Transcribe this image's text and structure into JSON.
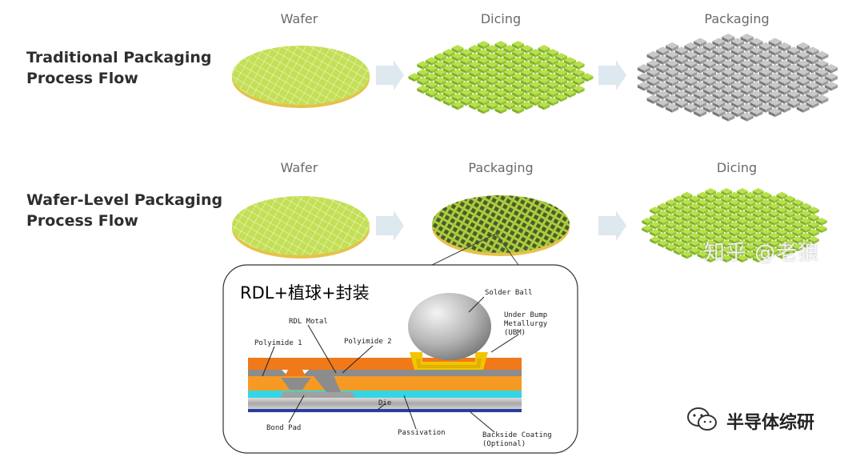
{
  "traditional": {
    "title_line1": "Traditional Packaging",
    "title_line2": "Process Flow",
    "stages": [
      "Wafer",
      "Dicing",
      "Packaging"
    ]
  },
  "wafer_level": {
    "title_line1": "Wafer-Level Packaging",
    "title_line2": "Process Flow",
    "stages": [
      "Wafer",
      "Packaging",
      "Dicing"
    ]
  },
  "inset": {
    "title": "RDL+植球+封装",
    "labels": {
      "solder_ball": "Solder Ball",
      "ubm_line1": "Under Bump",
      "ubm_line2": "Metallurgy",
      "ubm_line3": "(UBM)",
      "rdl_metal": "RDL Motal",
      "polyimide1": "Polyimide 1",
      "polyimide2": "Polyimide 2",
      "die": "Die",
      "bond_pad": "Bond Pad",
      "passivation": "Passivation",
      "backside_line1": "Backside Coating",
      "backside_line2": "(Optional)"
    }
  },
  "watermark": "知乎 @老狼",
  "brand": "半导体综研",
  "colors": {
    "wafer_green": "#b9d84a",
    "wafer_edge": "#e7c64a",
    "die_green": "#9acb3c",
    "pkg_gray": "#a6a6a6",
    "arrow": "#dce8f0",
    "polyimide": "#f07a1a",
    "polyimide_top": "#f2a33a",
    "rdl": "#8f8f8f",
    "passivation": "#33d6e6",
    "die": "#c4c4c4",
    "backside": "#2a3da0",
    "ubm": "#f2c500",
    "solder": "#b8b8b8"
  }
}
